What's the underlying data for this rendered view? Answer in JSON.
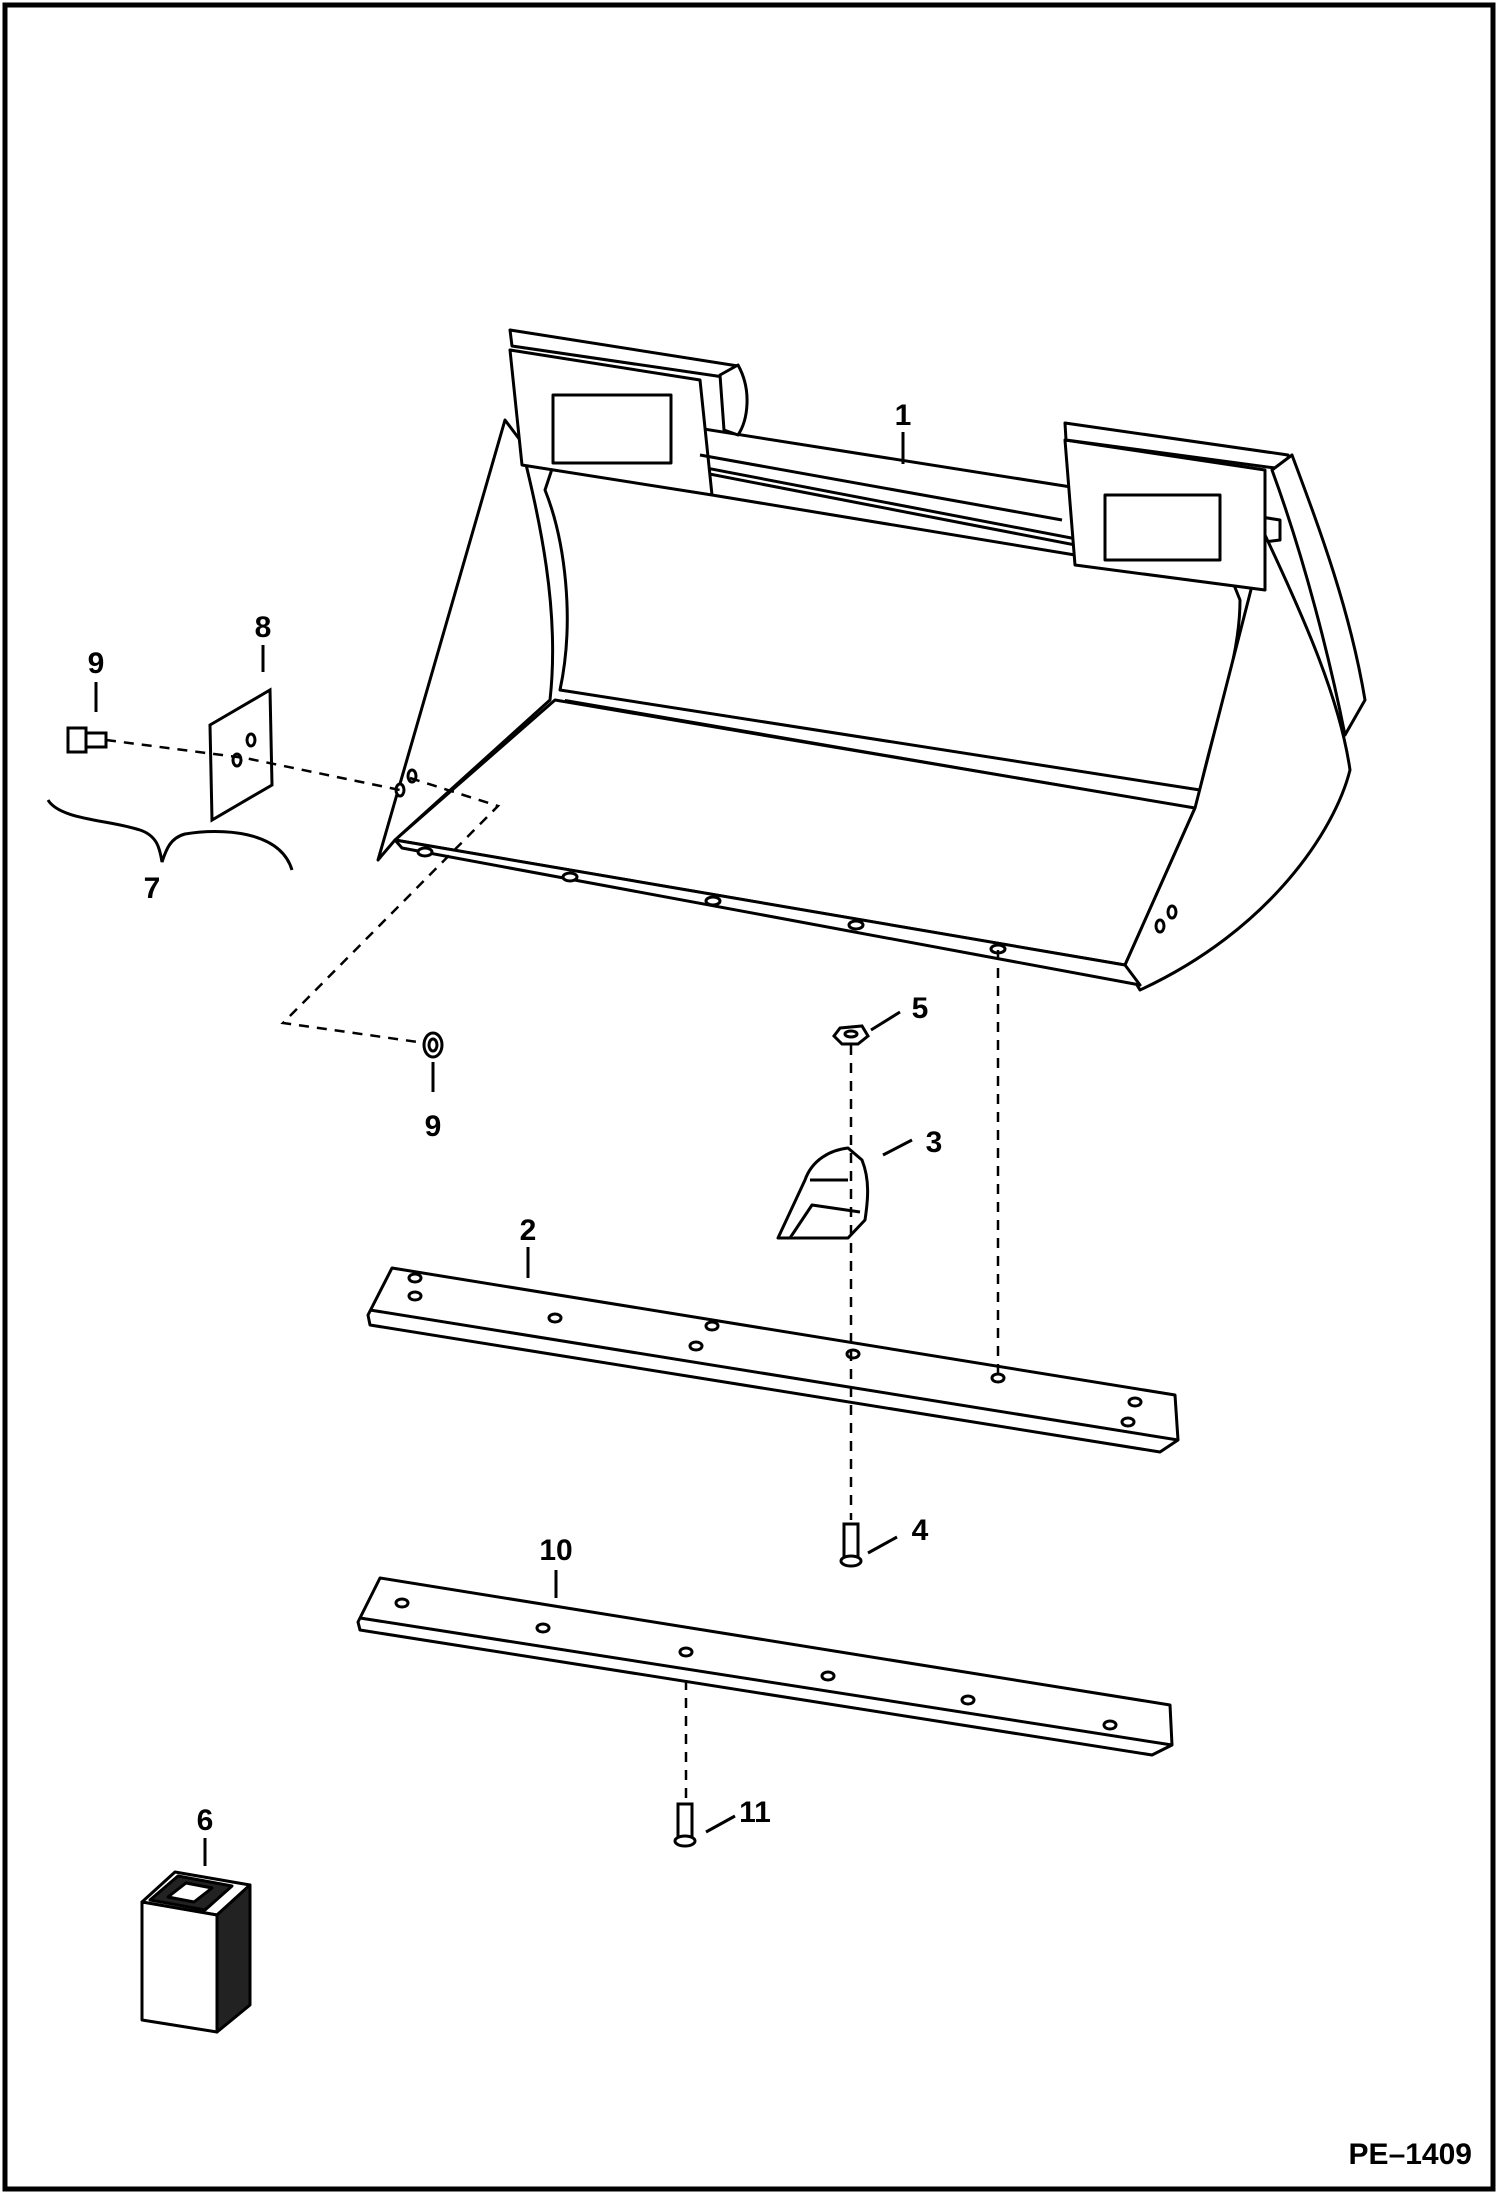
{
  "callouts": {
    "c1": "1",
    "c2": "2",
    "c3": "3",
    "c4": "4",
    "c5": "5",
    "c6": "6",
    "c7": "7",
    "c8": "8",
    "c9a": "9",
    "c9b": "9",
    "c10": "10",
    "c11": "11"
  },
  "figure_code": "PE–1409"
}
